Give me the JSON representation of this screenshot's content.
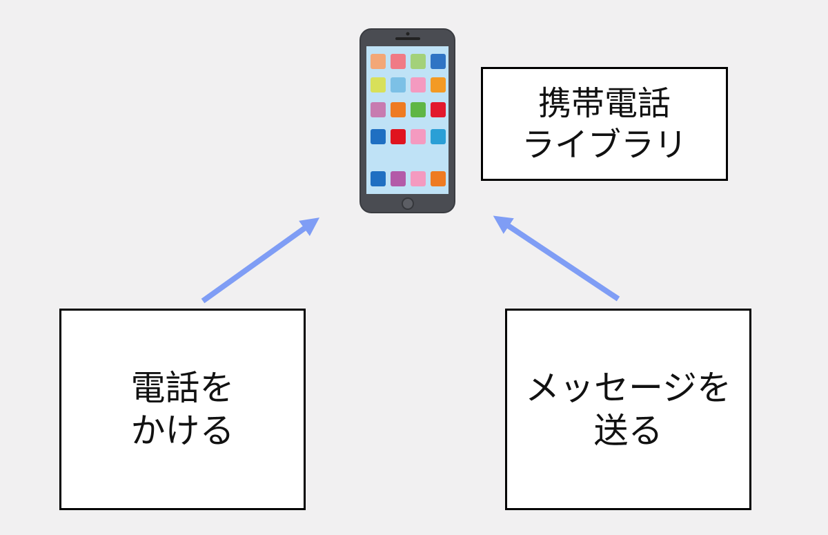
{
  "diagram": {
    "library_box": {
      "line1": "携帯電話",
      "line2": "ライブラリ"
    },
    "call_box": {
      "line1": "電話を",
      "line2": "かける"
    },
    "message_box": {
      "line1": "メッセージを",
      "line2": "送る"
    },
    "colors": {
      "background": "#f1f0f1",
      "arrow": "#7f9df5",
      "box_border": "#000000",
      "phone_body": "#4a4c52",
      "phone_screen": "#bfe2f6"
    },
    "phone_icon": "smartphone-icon",
    "app_tiles": [
      [
        "#f3a777",
        "#f07a86",
        "#a3d17a",
        "#2f74c4"
      ],
      [
        "#d8e05a",
        "#7cc0e6",
        "#f49ac0",
        "#f39a24"
      ],
      [
        "#c77bb0",
        "#ee7b22",
        "#5fb645",
        "#e2182d"
      ],
      [
        "#1f6fc2",
        "#e0141f",
        "#f49ac0",
        "#2a9fd6"
      ],
      [
        "#1f6fc2",
        "#b35aa8",
        "#f49ac0",
        "#ee7b22"
      ]
    ]
  }
}
